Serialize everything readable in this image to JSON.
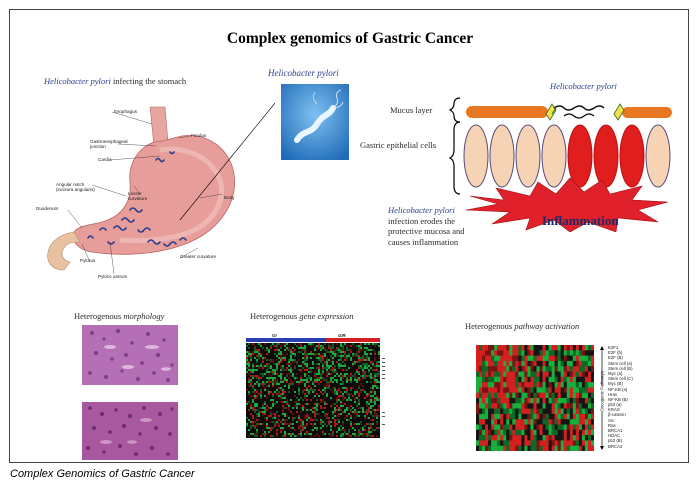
{
  "title": "Complex genomics of Gastric Cancer",
  "caption": "Complex Genomics of Gastric Cancer",
  "stomach_panel": {
    "heading_italic": "Helicobacter pylori",
    "heading_rest": " infecting the stomach",
    "labels": {
      "esophagus": "Esophagus",
      "fundus": "Fundus",
      "gej": "Gastroesophageal junction",
      "cardia": "Cardia",
      "angular": "Angular notch (incisura angularis)",
      "lesser": "Lesser curvature",
      "body": "Body",
      "duodenum": "Duodenum",
      "pylorus": "Pylorus",
      "pyloric": "Pyloric antrum",
      "greater": "Greater curvature"
    }
  },
  "bacterium_panel": {
    "label": "Helicobacter pylori"
  },
  "mucosa_panel": {
    "bacterium_label": "Helicobacter pylori",
    "mucus_layer": "Mucus layer",
    "epithelial": "Gastric epithelial cells",
    "inflammation": "Inflammation",
    "desc_italic": "Helicobacter pylori",
    "desc_line1": "infection erodes  the",
    "desc_line2": "protective mucosa and",
    "desc_line3": "causes inflammation"
  },
  "morphology_panel": {
    "prefix": "Heterogenous ",
    "emph": "morphology"
  },
  "expression_panel": {
    "prefix": "Heterogenous ",
    "emph": "gene expression",
    "col_label_1": "GI",
    "col_label_2": "GIR"
  },
  "pathway_panel": {
    "prefix": "Heterogenous ",
    "emph": "pathway activation",
    "axis_label": "Oncogenic Pathways",
    "pathways": [
      "E2F1",
      "E2F (b)",
      "E2F (B)",
      "Stem cell (a)",
      "Stem cell (B)",
      "Myc (a)",
      "Stem cell (C)",
      "Myc (B)",
      "NF-KB (a)",
      "Hras",
      "NF-KB (B)",
      "p53 (a)",
      "KRAS",
      "β-catenin",
      "Src",
      "Ras",
      "BRCA1",
      "HDAC",
      "p53 (B)",
      "BRCA2"
    ]
  },
  "colors": {
    "mucus": "#e87722",
    "cell_normal": "#f6d3b4",
    "cell_cancer": "#e01e1e",
    "burst_red": "#e0202a",
    "bacterium_bg": "#3d8fd4",
    "heatmap_red": "#d42020",
    "heatmap_green": "#18b03c",
    "tissue_purple": "#9a4fa2"
  }
}
